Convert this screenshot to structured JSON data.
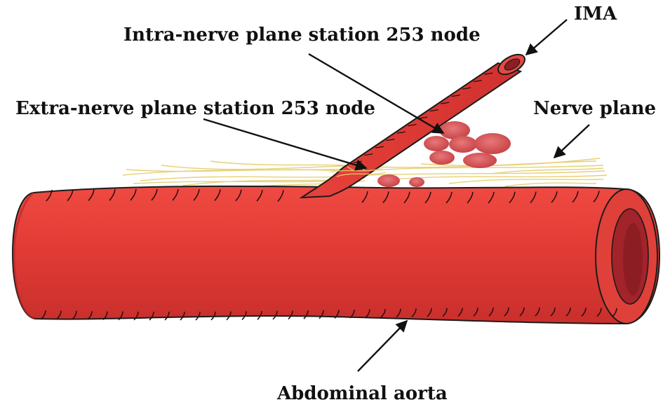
{
  "labels": {
    "ima": "IMA",
    "intra_node": "Intra-nerve plane station 253 node",
    "extra_node": "Extra-nerve plane station 253 node",
    "nerve_plane": "Nerve plane",
    "aorta": "Abdominal aorta"
  },
  "colors": {
    "vessel": "#e03a35",
    "vessel_shadow": "#b82a28",
    "lumen": "#9a1f24",
    "node": "#d44b4d",
    "nerve": "#e9d37a",
    "ink": "#111111"
  }
}
